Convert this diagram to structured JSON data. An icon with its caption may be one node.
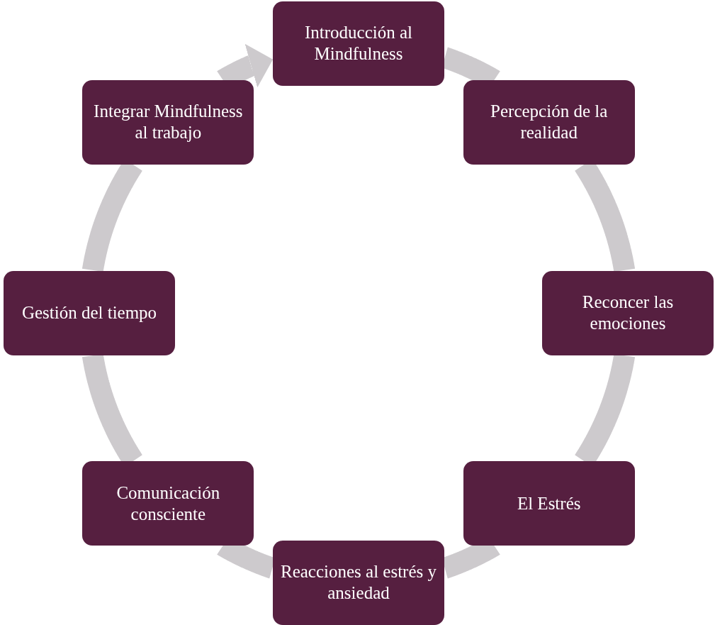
{
  "diagram": {
    "nodes": [
      {
        "text": [
          "Introducción al Mindfulness"
        ]
      },
      {
        "text": [
          "Percepción de la realidad"
        ]
      },
      {
        "text": [
          "Reconcer las emociones"
        ]
      },
      {
        "text": [
          "El Estrés"
        ]
      },
      {
        "text": [
          "Reacciones al estrés y ansiedad"
        ]
      },
      {
        "text": [
          "Comunicación consciente"
        ]
      },
      {
        "text": [
          "Gestión del tiempo"
        ]
      },
      {
        "text": [
          "Integrar Mindfulness al trabajo"
        ]
      }
    ],
    "edges": [
      {
        "from": 0,
        "to": 1,
        "arrow": "none"
      },
      {
        "from": 1,
        "to": 2,
        "arrow": "none"
      },
      {
        "from": 2,
        "to": 3,
        "arrow": "none"
      },
      {
        "from": 3,
        "to": 4,
        "arrow": "none"
      },
      {
        "from": 4,
        "to": 5,
        "arrow": "none"
      },
      {
        "from": 5,
        "to": 6,
        "arrow": "none"
      },
      {
        "from": 6,
        "to": 7,
        "arrow": "none"
      },
      {
        "from": 7,
        "to": 0,
        "arrow": "to"
      }
    ]
  }
}
